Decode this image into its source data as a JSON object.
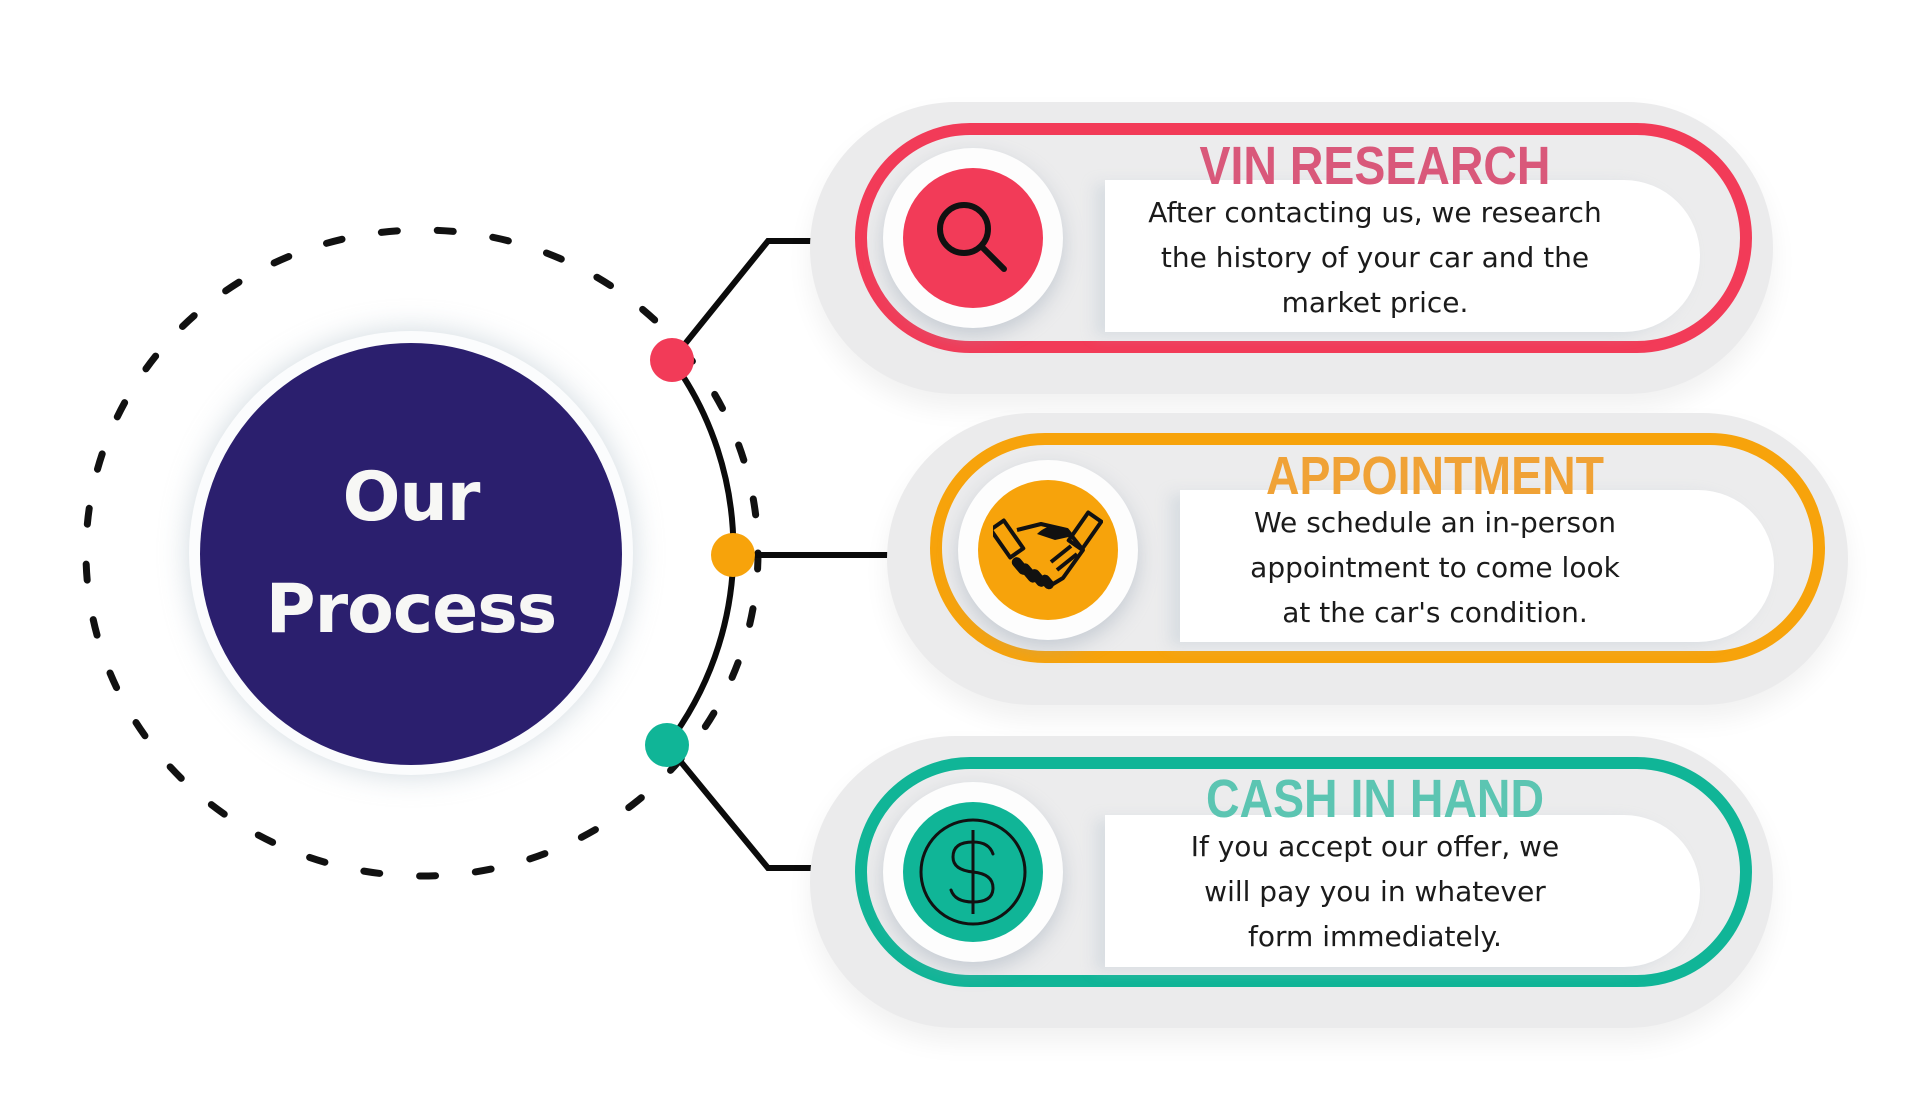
{
  "hub": {
    "title_line1": "Our",
    "title_line2": "Process",
    "color": "#2b1f6e"
  },
  "steps": [
    {
      "title": "VIN RESEARCH",
      "icon": "magnifier-icon",
      "color": "#f23b58",
      "title_color": "#d9587a",
      "body": "After contacting us, we research\nthe history of your car and the\nmarket price."
    },
    {
      "title": "APPOINTMENT",
      "icon": "handshake-icon",
      "color": "#f7a30b",
      "title_color": "#f0a236",
      "body": "We schedule an in-person\nappointment to come look\nat the car's condition."
    },
    {
      "title": "CASH IN HAND",
      "icon": "dollar-coin-icon",
      "color": "#10b597",
      "title_color": "#5cc5b2",
      "body": "If you accept our offer, we\nwill pay you in whatever\nform immediately."
    }
  ]
}
